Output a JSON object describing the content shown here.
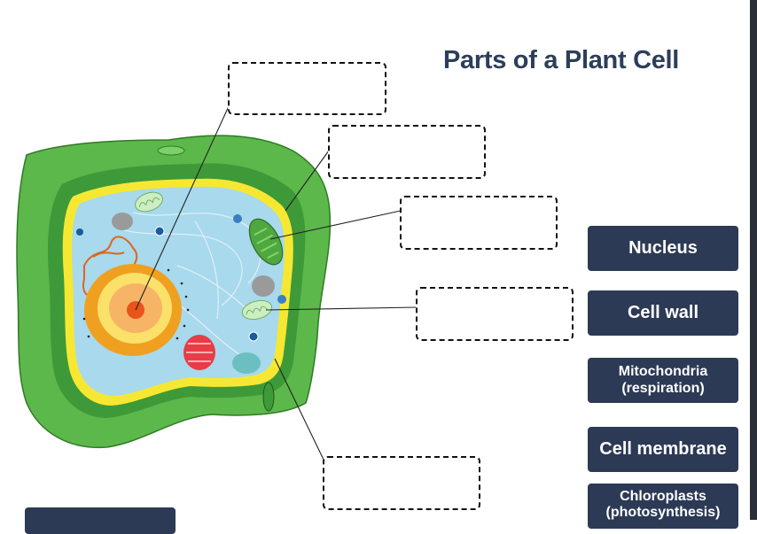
{
  "title": "Parts of a Plant Cell",
  "drop_zones": [
    "",
    "",
    "",
    "",
    ""
  ],
  "labels": [
    {
      "line1": "Nucleus",
      "line2": ""
    },
    {
      "line1": "Cell wall",
      "line2": ""
    },
    {
      "line1": "Mitochondria",
      "line2": "(respiration)"
    },
    {
      "line1": "Cell membrane",
      "line2": ""
    },
    {
      "line1": "Chloroplasts",
      "line2": "(photosynthesis)"
    }
  ],
  "colors": {
    "tile": "#2c3a55",
    "title": "#2c3e5a",
    "cell_wall": "#5cb84a",
    "cytoplasm": "#a8d9ec",
    "membrane": "#f6e832"
  }
}
